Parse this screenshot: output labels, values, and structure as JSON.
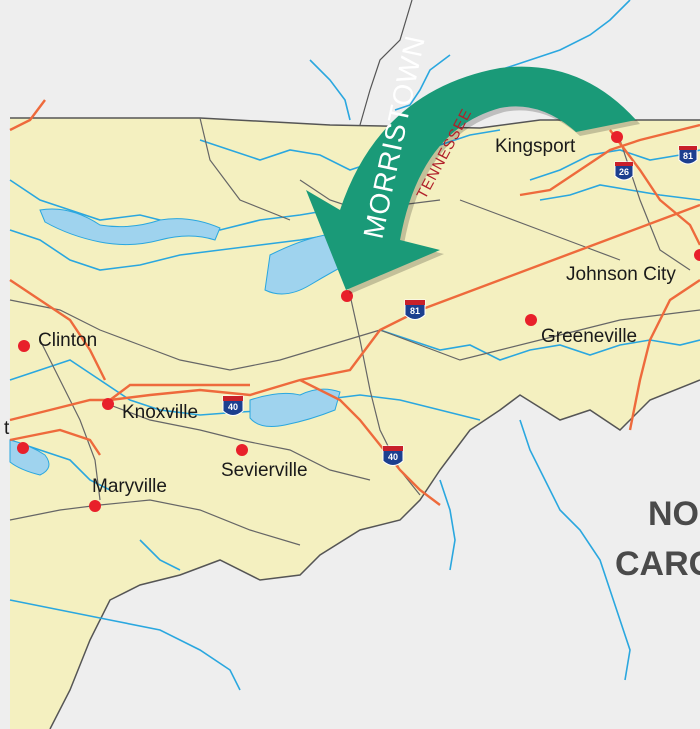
{
  "map": {
    "colors": {
      "land_tn": "#f4f0c0",
      "land_other": "#eeeeee",
      "water": "#2aa7df",
      "lake": "#9fd3ee",
      "highway": "#ee6a3c",
      "road": "#666666",
      "border": "#555555",
      "city_dot": "#e8202a",
      "arrow": "#1a9a78",
      "interstate_blue": "#1c3f8f",
      "interstate_red": "#c8202a"
    },
    "arrow": {
      "label": "MORRISTOWN",
      "state_label": "TENNESSEE"
    },
    "cities": [
      {
        "id": "morristown",
        "name": ""
      },
      {
        "id": "kingsport",
        "name": "Kingsport"
      },
      {
        "id": "johnson-city",
        "name": "Johnson City"
      },
      {
        "id": "greeneville",
        "name": "Greeneville"
      },
      {
        "id": "clinton",
        "name": "Clinton"
      },
      {
        "id": "knoxville",
        "name": "Knoxville"
      },
      {
        "id": "sevierville",
        "name": "Sevierville"
      },
      {
        "id": "maryville",
        "name": "Maryville"
      },
      {
        "id": "oak-ridge-partial",
        "name": "t"
      }
    ],
    "interstates": [
      "81",
      "26",
      "40",
      "40",
      "81"
    ],
    "state_label": {
      "line1": "NO",
      "line2": "CARO"
    }
  }
}
